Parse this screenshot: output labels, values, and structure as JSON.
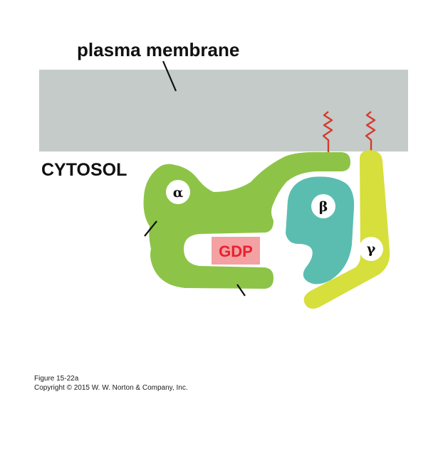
{
  "labels": {
    "plasma_membrane": "plasma membrane",
    "cytosol": "CYTOSOL",
    "alpha": "α",
    "beta": "β",
    "gamma": "γ",
    "gdp": "GDP"
  },
  "caption": {
    "figure": "Figure 15-22a",
    "copyright": "Copyright © 2015 W. W. Norton & Company, Inc."
  },
  "colors": {
    "membrane": "#c4cbc8",
    "alpha_subunit": "#8dc447",
    "beta_subunit": "#5bbdb0",
    "gamma_subunit": "#d6df3c",
    "gdp_box": "#f4a1a3",
    "gdp_text": "#e8212f",
    "lipid_anchor": "#d63a2f"
  }
}
